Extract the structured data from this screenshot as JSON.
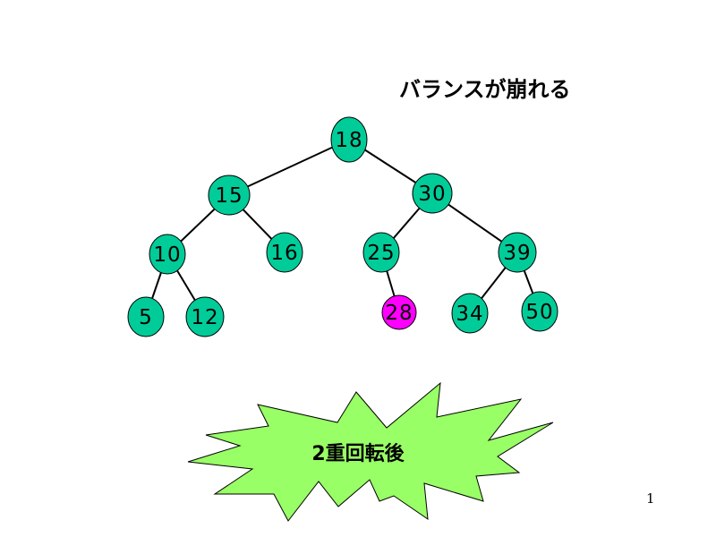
{
  "slide": {
    "title": "バランスが崩れる",
    "page_number": "1",
    "burst_text": "2重回転後"
  },
  "colors": {
    "node_fill": "#00cc99",
    "highlight_fill": "#ff00ff",
    "edge": "#000000",
    "burst_fill": "#99ff66",
    "text": "#000000"
  },
  "tree": {
    "nodes": [
      {
        "id": "n18",
        "label": "18",
        "highlight": false
      },
      {
        "id": "n15",
        "label": "15",
        "highlight": false
      },
      {
        "id": "n30",
        "label": "30",
        "highlight": false
      },
      {
        "id": "n10",
        "label": "10",
        "highlight": false
      },
      {
        "id": "n16",
        "label": "16",
        "highlight": false
      },
      {
        "id": "n25",
        "label": "25",
        "highlight": false
      },
      {
        "id": "n39",
        "label": "39",
        "highlight": false
      },
      {
        "id": "n5",
        "label": "5",
        "highlight": false
      },
      {
        "id": "n12",
        "label": "12",
        "highlight": false
      },
      {
        "id": "n28",
        "label": "28",
        "highlight": true
      },
      {
        "id": "n34",
        "label": "34",
        "highlight": false
      },
      {
        "id": "n50",
        "label": "50",
        "highlight": false
      }
    ],
    "edges": [
      {
        "from": "n18",
        "to": "n15"
      },
      {
        "from": "n18",
        "to": "n30"
      },
      {
        "from": "n15",
        "to": "n10"
      },
      {
        "from": "n15",
        "to": "n16"
      },
      {
        "from": "n30",
        "to": "n25"
      },
      {
        "from": "n30",
        "to": "n39"
      },
      {
        "from": "n10",
        "to": "n5"
      },
      {
        "from": "n10",
        "to": "n12"
      },
      {
        "from": "n25",
        "to": "n28"
      },
      {
        "from": "n39",
        "to": "n34"
      },
      {
        "from": "n39",
        "to": "n50"
      }
    ]
  }
}
